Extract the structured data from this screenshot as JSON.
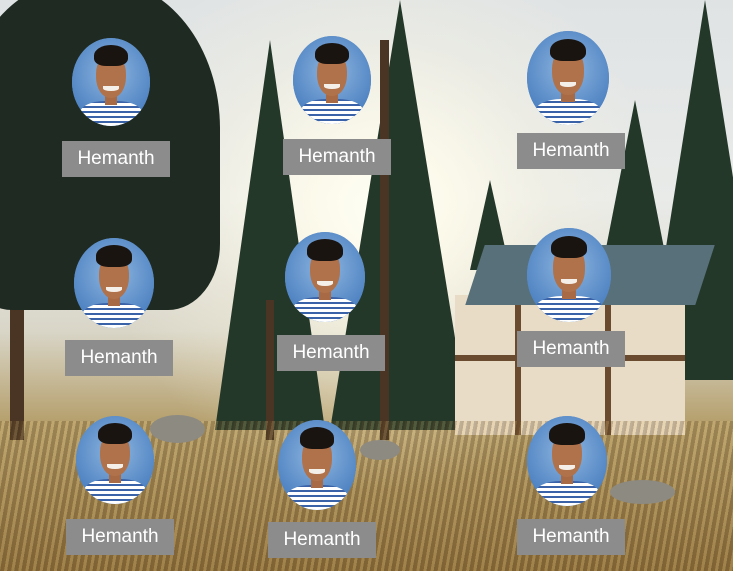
{
  "cards": [
    {
      "name": "Hemanth"
    },
    {
      "name": "Hemanth"
    },
    {
      "name": "Hemanth"
    },
    {
      "name": "Hemanth"
    },
    {
      "name": "Hemanth"
    },
    {
      "name": "Hemanth"
    },
    {
      "name": "Hemanth"
    },
    {
      "name": "Hemanth"
    },
    {
      "name": "Hemanth"
    }
  ],
  "colors": {
    "label_bg": "#8c8c8c",
    "label_text": "#ffffff",
    "avatar_bg": "#5f8fc6"
  }
}
